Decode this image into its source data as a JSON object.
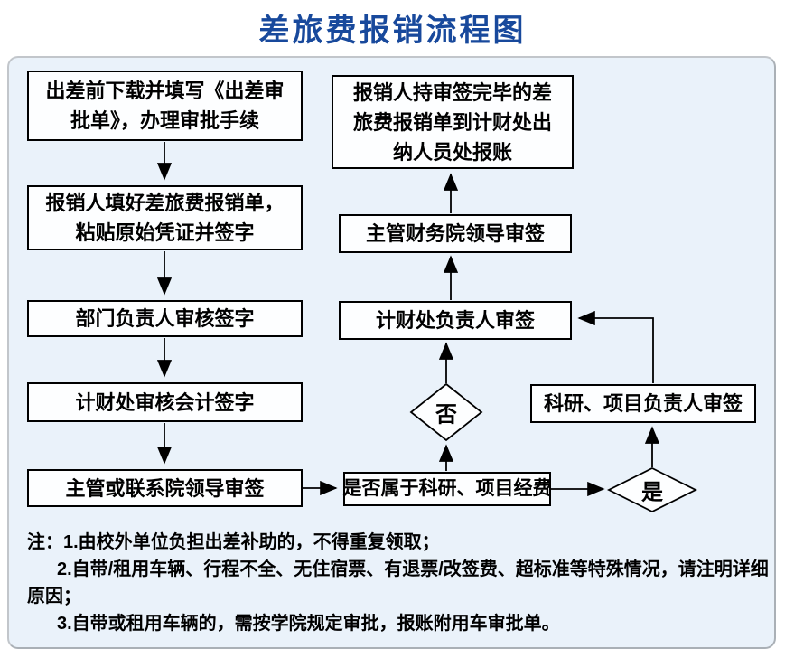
{
  "title": "差旅费报销流程图",
  "diagram_type": "flowchart",
  "colors": {
    "title_text": "#18499c",
    "panel_background": "#eaf2fa",
    "panel_border": "#b8bec4",
    "node_background": "#fdfeff",
    "node_border": "#000000",
    "arrow": "#000000",
    "body_text": "#000000"
  },
  "nodes": {
    "download_form": {
      "label": "出差前下载并填写《出差审批单》，办理审批手续"
    },
    "fill_form": {
      "label": "报销人填好差旅费报销单，粘贴原始凭证并签字"
    },
    "dept_head_sign": {
      "label": "部门负责人审核签字"
    },
    "finance_accountant_sign": {
      "label": "计财处审核会计签字"
    },
    "supervisor_leader_sign": {
      "label": "主管或联系院领导审签"
    },
    "is_research_fund": {
      "label": "是否属于科研、项目经费"
    },
    "decision_no": {
      "label": "否"
    },
    "decision_yes": {
      "label": "是"
    },
    "finance_head_sign": {
      "label": "计财处负责人审签"
    },
    "finance_dean_sign": {
      "label": "主管财务院领导审签"
    },
    "cashier_reimburse": {
      "label": "报销人持审签完毕的差旅费报销单到计财处出纳人员处报账"
    },
    "research_leader_sign": {
      "label": "科研、项目负责人审签"
    }
  },
  "edges": [
    {
      "from": "download_form",
      "to": "fill_form"
    },
    {
      "from": "fill_form",
      "to": "dept_head_sign"
    },
    {
      "from": "dept_head_sign",
      "to": "finance_accountant_sign"
    },
    {
      "from": "finance_accountant_sign",
      "to": "supervisor_leader_sign"
    },
    {
      "from": "supervisor_leader_sign",
      "to": "is_research_fund"
    },
    {
      "from": "is_research_fund",
      "to": "decision_no"
    },
    {
      "from": "decision_no",
      "to": "finance_head_sign"
    },
    {
      "from": "finance_head_sign",
      "to": "finance_dean_sign"
    },
    {
      "from": "finance_dean_sign",
      "to": "cashier_reimburse"
    },
    {
      "from": "is_research_fund",
      "to": "decision_yes"
    },
    {
      "from": "decision_yes",
      "to": "research_leader_sign"
    },
    {
      "from": "research_leader_sign",
      "to": "finance_head_sign"
    }
  ],
  "notes": {
    "lines": [
      {
        "text": "注：1.由校外单位负担出差补助的，不得重复领取；"
      },
      {
        "text": "2.自带/租用车辆、行程不全、无住宿票、有退票/改签费、超标准等特殊情况，请注明详细"
      },
      {
        "text": "原因；"
      },
      {
        "text": "3.自带或租用车辆的，需按学院规定审批，报账附用车审批单。"
      }
    ]
  }
}
